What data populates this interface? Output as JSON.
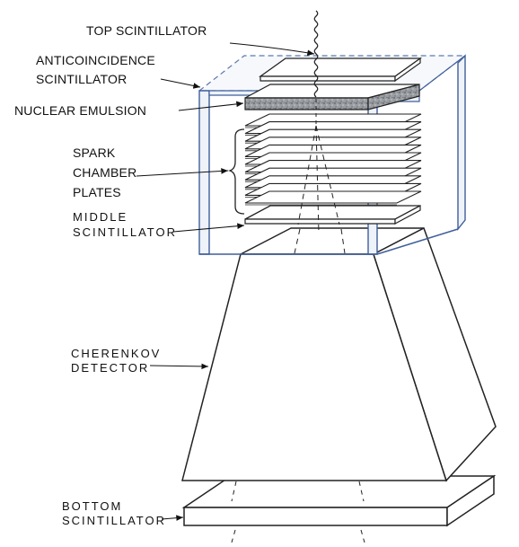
{
  "labels": {
    "top_scintillator": "TOP SCINTILLATOR",
    "anticoincidence_1": "ANTICOINCIDENCE",
    "anticoincidence_2": "SCINTILLATOR",
    "nuclear_emulsion": "NUCLEAR EMULSION",
    "spark_1": "SPARK",
    "spark_2": "CHAMBER",
    "spark_3": "PLATES",
    "middle_1": "MIDDLE",
    "middle_2": "SCINTILLATOR",
    "cherenkov_1": "CHERENKOV",
    "cherenkov_2": "DETECTOR",
    "bottom_1": "BOTTOM",
    "bottom_2": "SCINTILLATOR"
  },
  "colors": {
    "frame_edge": "#3f5f9a",
    "frame_fill": "#eef2f9",
    "emulsion": "#8d9196",
    "line": "#222222"
  },
  "spark_chamber_plate_count": 11
}
